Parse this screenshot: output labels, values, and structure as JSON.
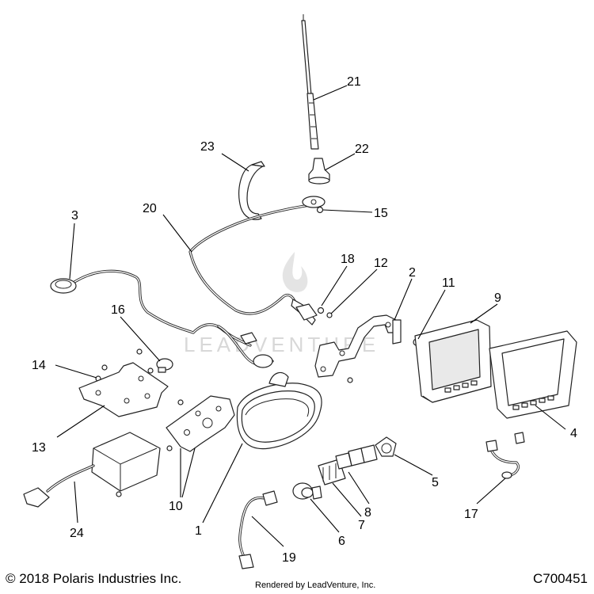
{
  "callouts": [
    {
      "num": "1"
    },
    {
      "num": "2"
    },
    {
      "num": "3"
    },
    {
      "num": "4"
    },
    {
      "num": "5"
    },
    {
      "num": "6"
    },
    {
      "num": "7"
    },
    {
      "num": "8"
    },
    {
      "num": "9"
    },
    {
      "num": "10"
    },
    {
      "num": "11"
    },
    {
      "num": "12"
    },
    {
      "num": "13"
    },
    {
      "num": "14"
    },
    {
      "num": "15"
    },
    {
      "num": "16"
    },
    {
      "num": "17"
    },
    {
      "num": "18"
    },
    {
      "num": "19"
    },
    {
      "num": "20"
    },
    {
      "num": "21"
    },
    {
      "num": "22"
    },
    {
      "num": "23"
    },
    {
      "num": "24"
    }
  ],
  "watermark": "LEADVENTURE",
  "footer": {
    "copyright": "© 2018 Polaris Industries Inc.",
    "rendered_by": "Rendered by LeadVenture, Inc.",
    "drawing_number": "C700451"
  }
}
